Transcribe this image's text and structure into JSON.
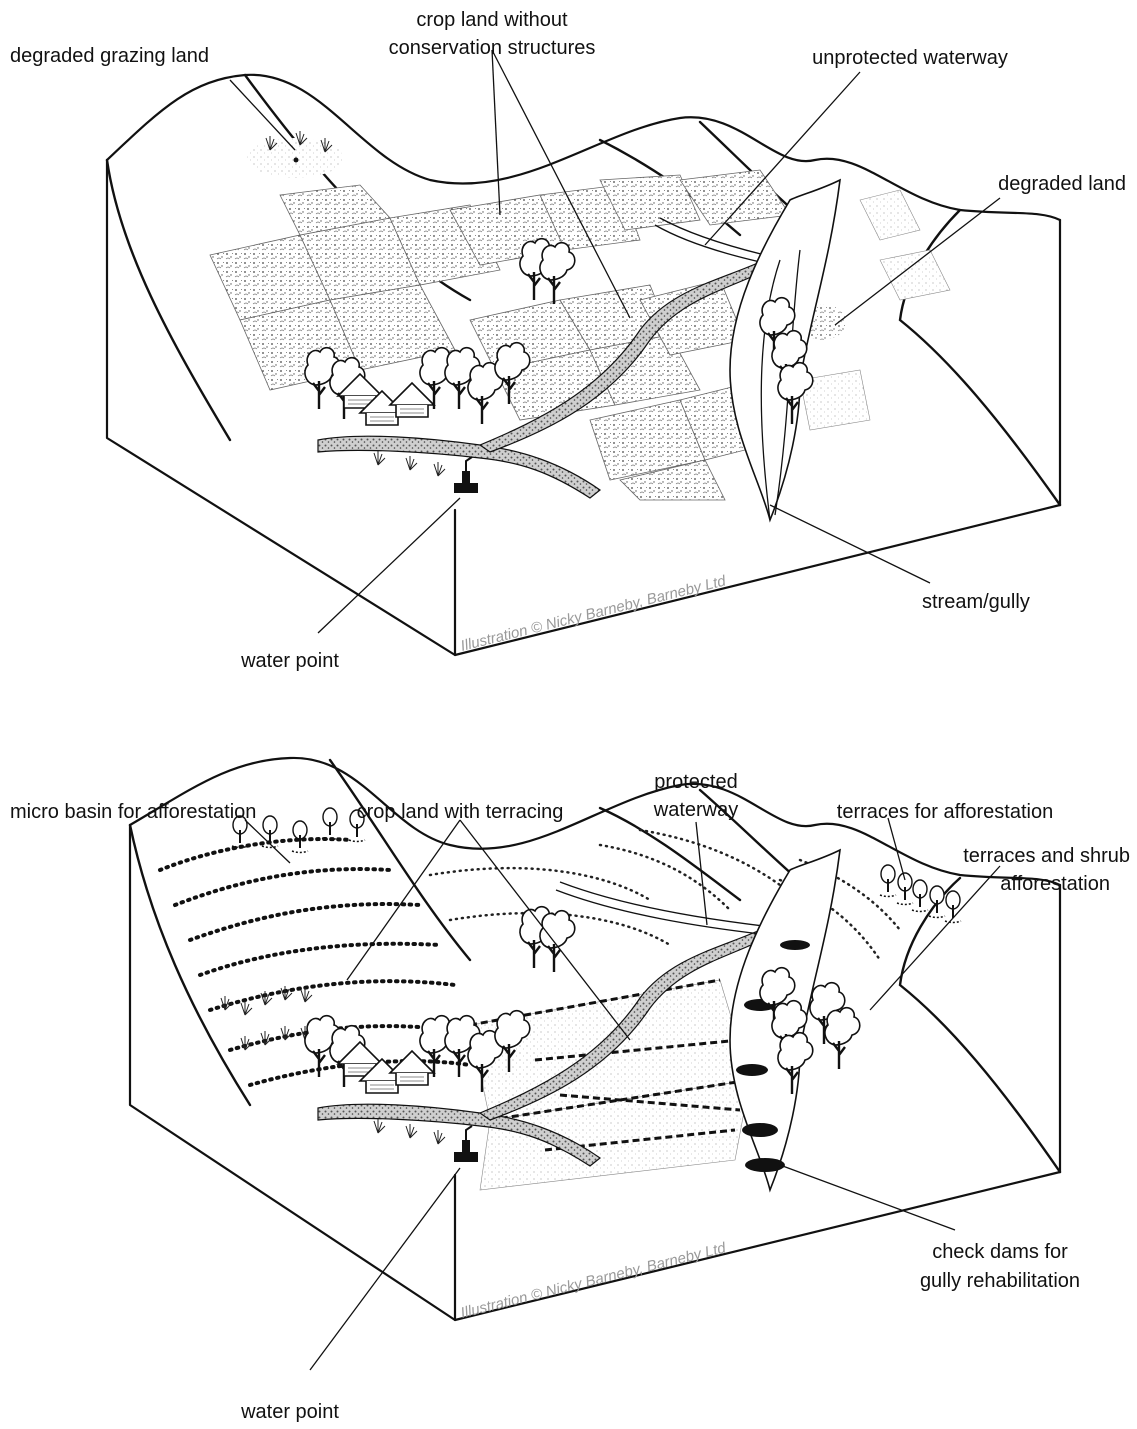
{
  "panels": [
    {
      "id": "before",
      "labels": {
        "grazing": "degraded grazing land",
        "cropland_line1": "crop land without",
        "cropland_line2": "conservation structures",
        "waterway": "unprotected waterway",
        "degraded": "degraded land",
        "stream": "stream/gully",
        "water_point": "water point"
      },
      "credit": "Illustration © Nicky Barneby, Barneby Ltd"
    },
    {
      "id": "after",
      "labels": {
        "micro_basin": "micro basin for afforestation",
        "cropland": "crop land with terracing",
        "waterway_line1": "protected",
        "waterway_line2": "waterway",
        "terraces": "terraces for afforestation",
        "shrub_line1": "terraces and shrub",
        "shrub_line2": "afforestation",
        "check_line1": "check dams for",
        "check_line2": "gully rehabilitation",
        "water_point": "water point"
      },
      "credit": "Illustration © Nicky Barneby, Barneby Ltd"
    }
  ],
  "icons": [
    "tree-icon",
    "hut-icon",
    "water-pump-icon",
    "grass-tuft-icon"
  ],
  "colors": {
    "ink": "#111111",
    "credit_text": "#9a9a9a",
    "background": "#ffffff"
  }
}
